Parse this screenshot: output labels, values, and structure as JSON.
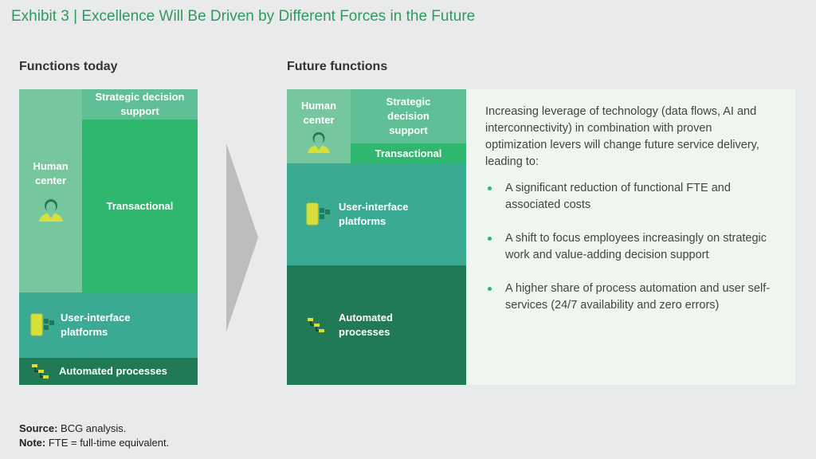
{
  "title": "Exhibit 3 | Excellence Will Be Driven by Different Forces in the Future",
  "today": {
    "heading": "Functions today",
    "human_center": "Human center",
    "strategic": "Strategic decision support",
    "transactional": "Transactional",
    "ui_platforms": "User-interface platforms",
    "automated": "Automated processes"
  },
  "future": {
    "heading": "Future functions",
    "human_center": "Human center",
    "strategic": "Strategic decision support",
    "transactional": "Transactional",
    "ui_platforms": "User-interface platforms",
    "automated": "Automated processes",
    "intro": "Increasing leverage of technology (data flows, AI and interconnectivity) in combination with proven optimization levers will change future service delivery, leading to:",
    "bullets": [
      "A significant reduction of functional FTE and associated costs",
      "A shift to focus employees increasingly on strategic work and value-adding decision support",
      "A higher share of process automation and user self-services (24/7 availability and zero errors)"
    ]
  },
  "footer": {
    "source_label": "Source:",
    "source": " BCG analysis.",
    "note_label": "Note:",
    "note": " FTE = full-time equivalent."
  },
  "colors": {
    "human": "#76c69e",
    "strategic": "#60bf94",
    "transactional": "#2fb66f",
    "ui": "#3aab92",
    "automated": "#1f7a55",
    "icon": "#d8df3a"
  }
}
